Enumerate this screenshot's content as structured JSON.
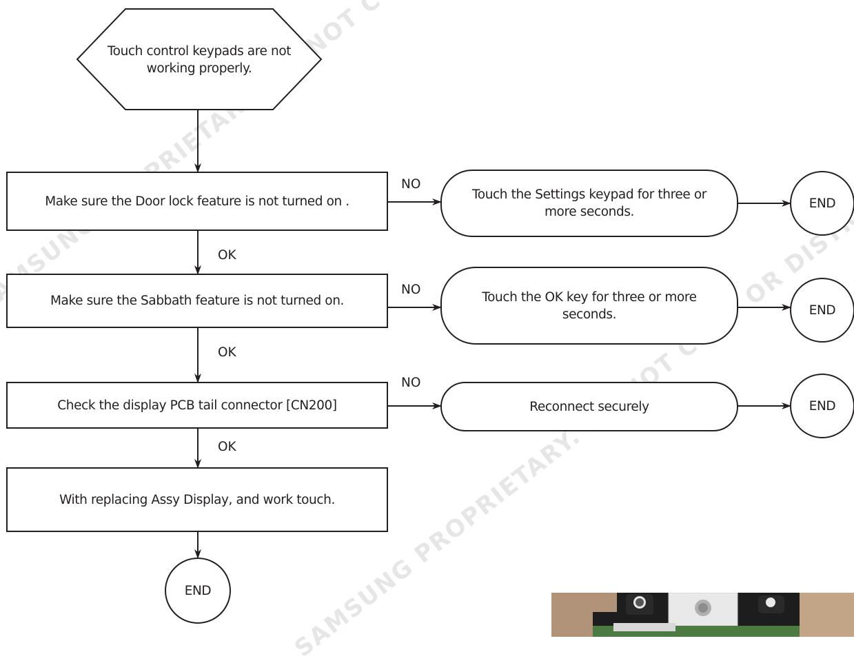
{
  "start": "Touch control keypads are not working properly.",
  "steps": [
    {
      "check": "Make sure the Door lock feature is not turned on .",
      "no_label": "NO",
      "action": "Touch the Settings keypad for three or more seconds.",
      "end": "END",
      "ok_label": "OK"
    },
    {
      "check": "Make sure the Sabbath feature is not turned on.",
      "no_label": "NO",
      "action": "Touch the OK key for three or more seconds.",
      "end": "END",
      "ok_label": "OK"
    },
    {
      "check": "Check the display PCB tail connector [CN200]",
      "no_label": "NO",
      "action": "Reconnect securely",
      "end": "END",
      "ok_label": "OK"
    }
  ],
  "final_step": "With replacing Assy Display, and work touch.",
  "final_end": "END",
  "watermark": [
    "SAMSUNG PROPRIETARY. DO NOT COPY OR DISTRIBUTE WITHOUT PERMISSION",
    "SAMSUNG PROPRIETARY. DO NOT COPY OR DISTRIBUTE WITHOUT PERMISSION"
  ],
  "colors": {
    "line": "#231f20",
    "watermark": "#c9c9c9",
    "background": "#ffffff"
  }
}
